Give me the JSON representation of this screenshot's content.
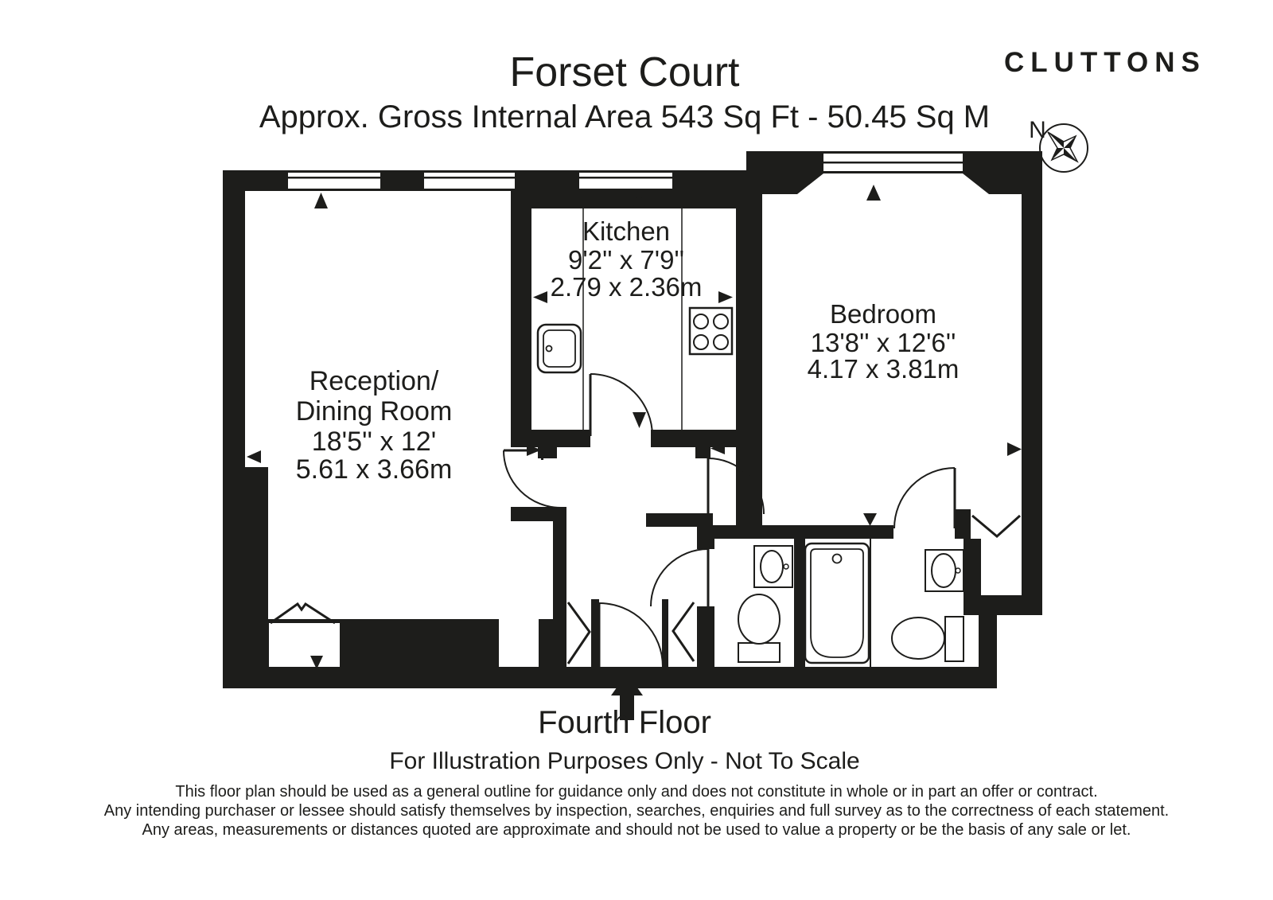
{
  "header": {
    "title": "Forset Court",
    "subtitle": "Approx. Gross Internal Area 543 Sq Ft  -  50.45 Sq M",
    "brand": "CLUTTONS"
  },
  "compass": {
    "north_label": "N"
  },
  "rooms": {
    "reception": {
      "name_line1": "Reception/",
      "name_line2": "Dining Room",
      "imperial": "18'5'' x 12'",
      "metric": "5.61 x 3.66m"
    },
    "kitchen": {
      "name": "Kitchen",
      "imperial": "9'2'' x 7'9''",
      "metric": "2.79 x 2.36m"
    },
    "bedroom": {
      "name": "Bedroom",
      "imperial": "13'8'' x 12'6''",
      "metric": "4.17 x 3.81m"
    }
  },
  "fixtures": {
    "kitchen_sink": "sink",
    "kitchen_hob": "hob",
    "bathroom1_basin": "washbasin",
    "bathroom1_toilet": "toilet",
    "bathroom2_bathtub": "bathtub",
    "bathroom2_basin": "washbasin",
    "bathroom2_toilet": "toilet"
  },
  "footer": {
    "floor_label": "Fourth Floor",
    "scale_note": "For Illustration Purposes Only - Not To Scale",
    "disclaimer_line1": "This floor plan should be used as a general outline for guidance only and does not constitute in whole or in part an offer or contract.",
    "disclaimer_line2": "Any intending purchaser or lessee should satisfy themselves by inspection, searches, enquiries and full survey as to the correctness of each statement.",
    "disclaimer_line3": "Any areas, measurements or distances quoted are approximate and should not be used to value a property or be the basis of any sale or let."
  },
  "colors": {
    "ink": "#1d1d1b",
    "background": "#ffffff"
  }
}
